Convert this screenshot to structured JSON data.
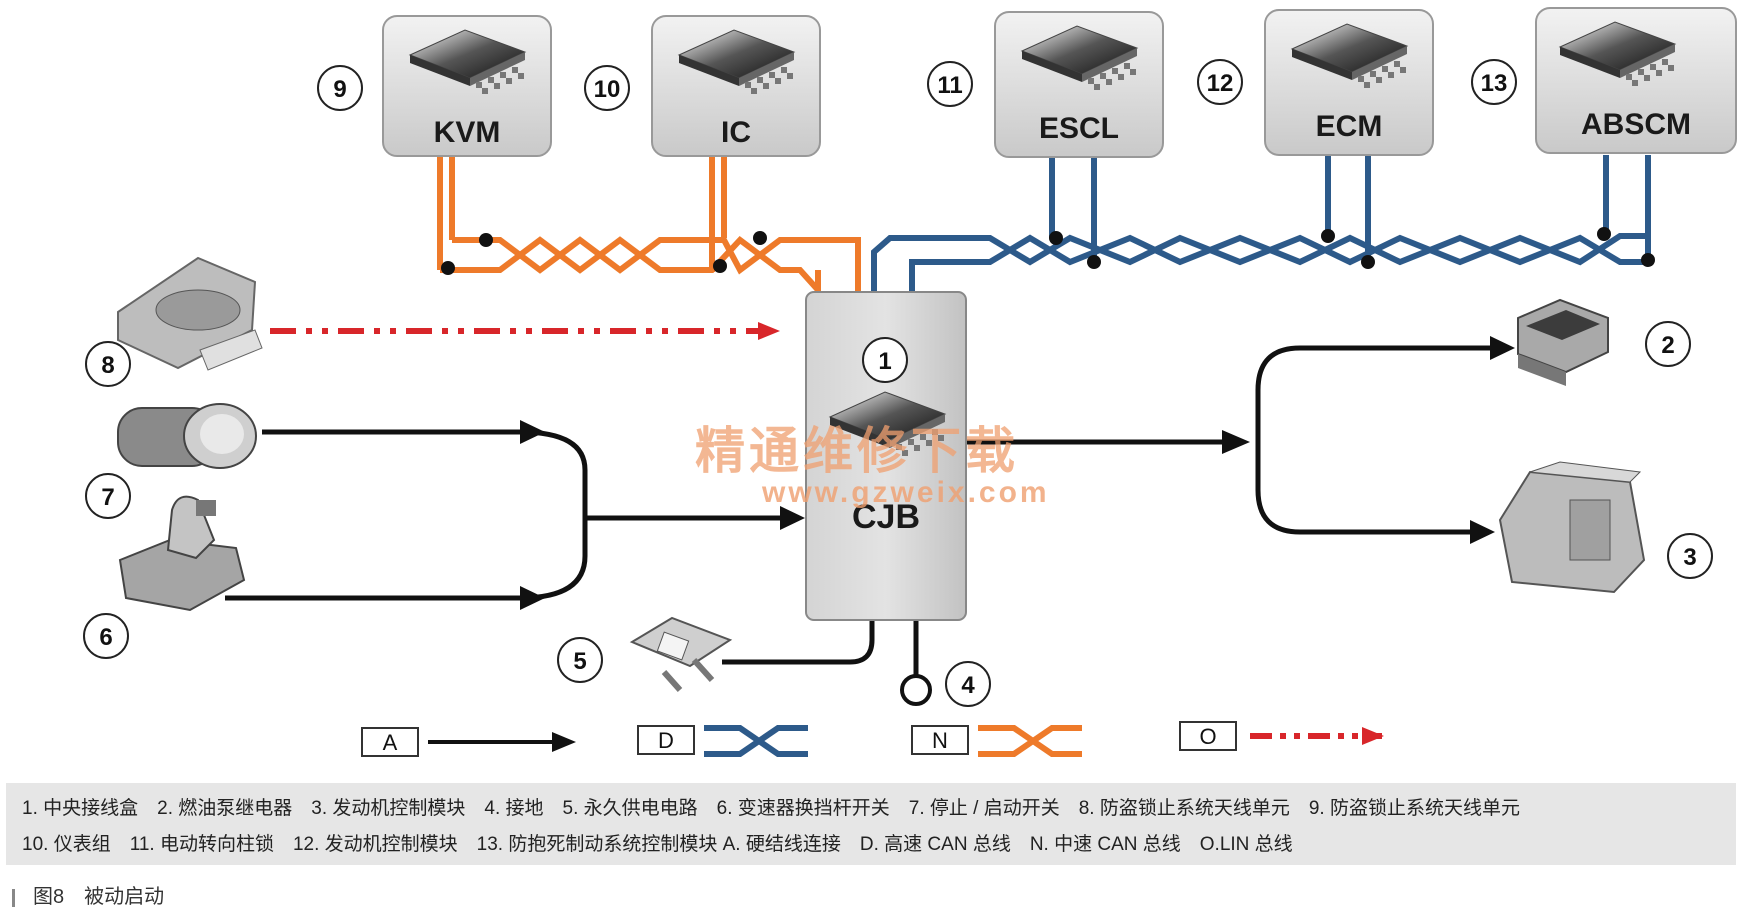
{
  "modules": {
    "kvm": {
      "label": "KVM",
      "num": "9"
    },
    "ic": {
      "label": "IC",
      "num": "10"
    },
    "escl": {
      "label": "ESCL",
      "num": "11"
    },
    "ecm": {
      "label": "ECM",
      "num": "12"
    },
    "abscm": {
      "label": "ABSCM",
      "num": "13"
    },
    "cjb": {
      "label": "CJB",
      "num": "1"
    }
  },
  "components": {
    "fuel_pump_relay": {
      "num": "2"
    },
    "engine_ecu": {
      "num": "3"
    },
    "ground": {
      "num": "4"
    },
    "fuse": {
      "num": "5"
    },
    "gear_selector": {
      "num": "6"
    },
    "start_button": {
      "num": "7"
    },
    "antenna": {
      "num": "8"
    }
  },
  "key": {
    "hardwire": "A",
    "hs_can": "D",
    "ms_can": "N",
    "lin": "O"
  },
  "watermark": {
    "line1": "精通维修下载",
    "line2": "www.gzweix.com"
  },
  "legend": {
    "line1": "1. 中央接线盒　2. 燃油泵继电器　3. 发动机控制模块　4. 接地　5. 永久供电电路　6. 变速器换挡杆开关　7. 停止 / 启动开关　8. 防盗锁止系统天线单元　9. 防盗锁止系统天线单元",
    "line2": "10. 仪表组　11. 电动转向柱锁　12. 发动机控制模块　13. 防抱死制动系统控制模块 A. 硬结线连接　D. 高速 CAN 总线　N. 中速 CAN 总线　O.LIN 总线"
  },
  "caption": "图8　被动启动",
  "colors": {
    "ms_can": "#ee7a2a",
    "hs_can": "#2d5a8a",
    "lin": "#d8262a",
    "hardwire": "#111111"
  }
}
